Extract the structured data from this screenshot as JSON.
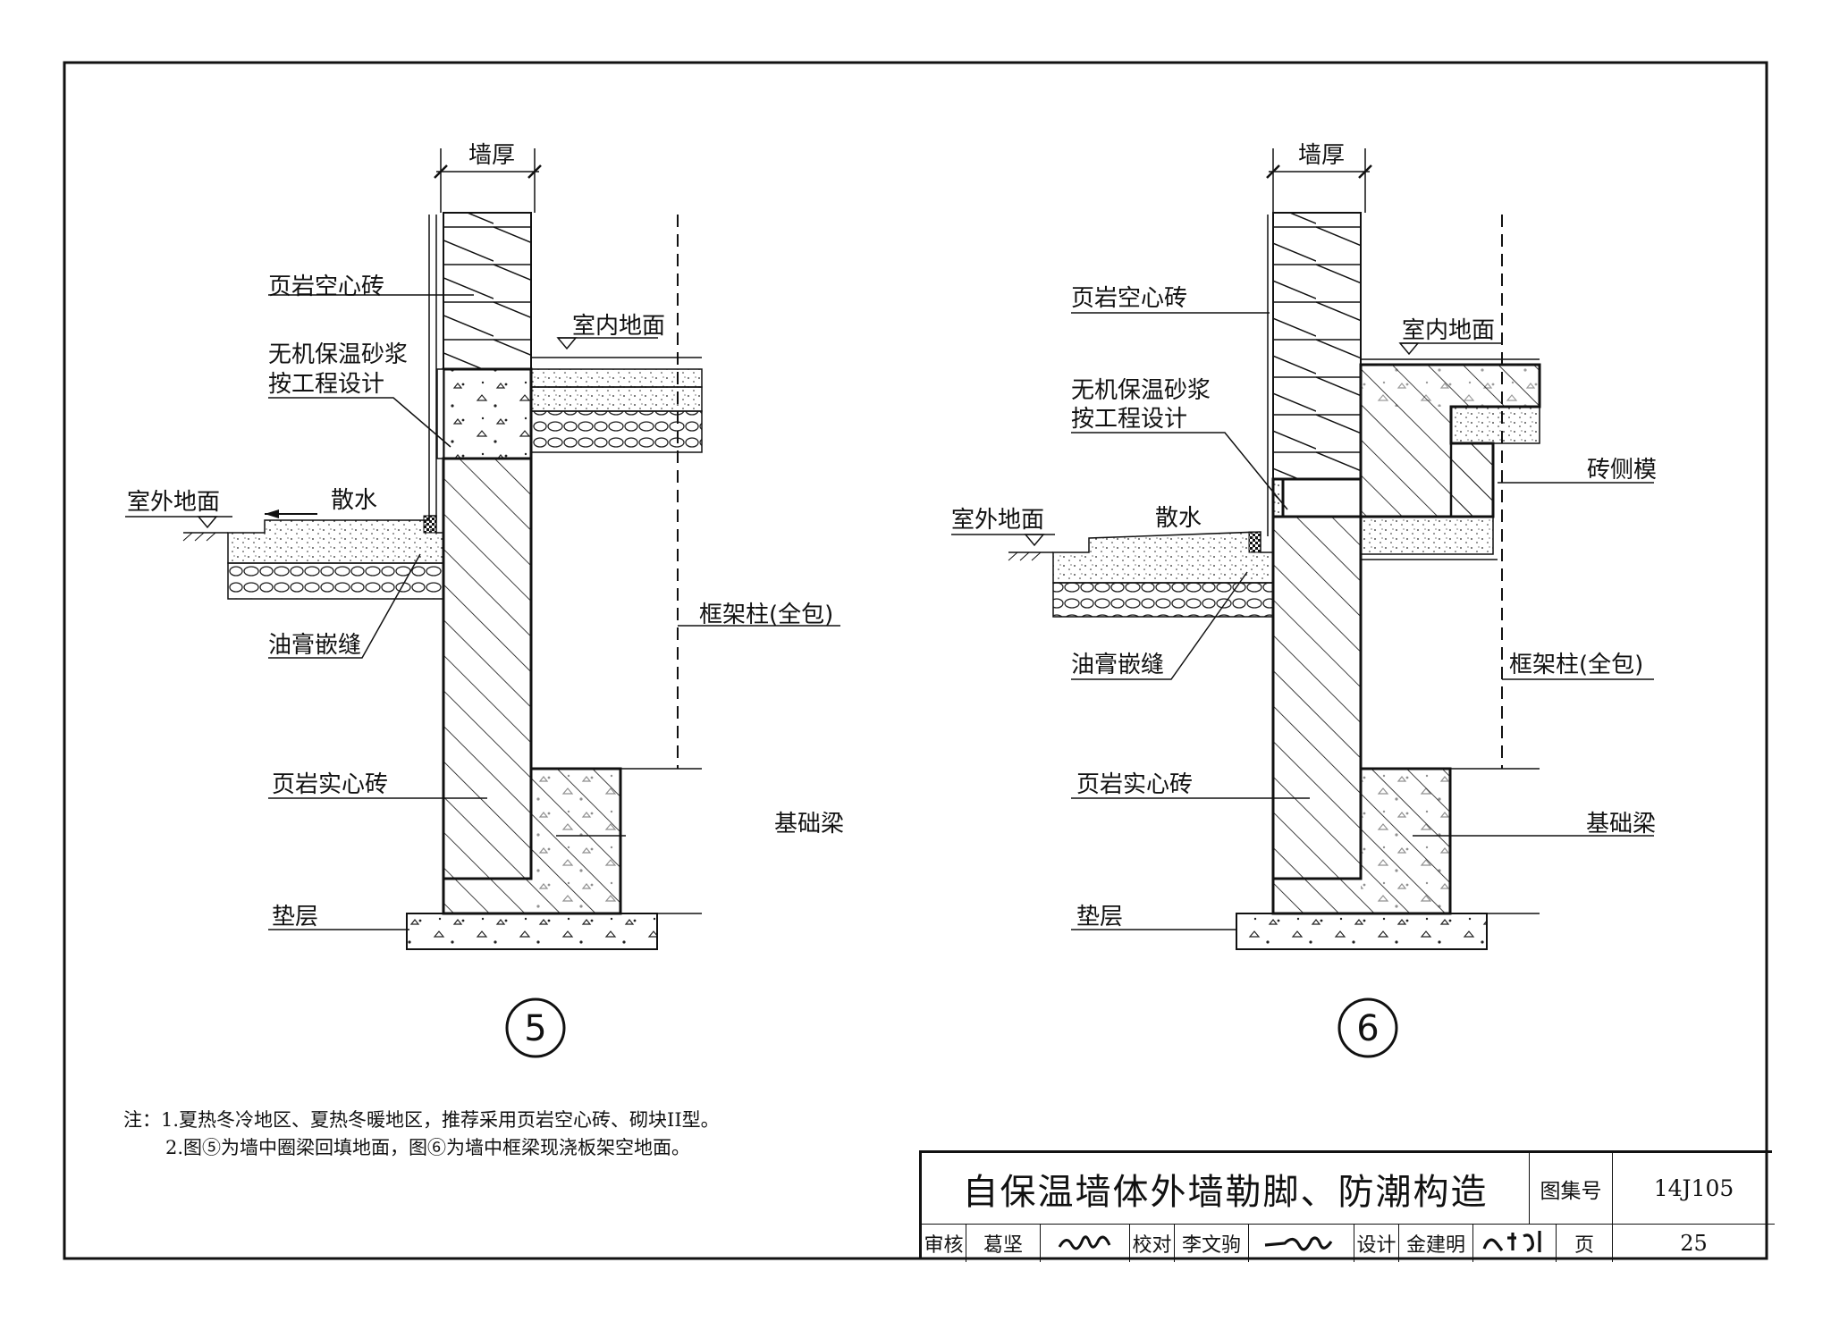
{
  "drawing": {
    "dim_wall_thickness": "墙厚",
    "detail5": {
      "number": "5",
      "labels": {
        "hollow_brick": "页岩空心砖",
        "insulation_mortar_1": "无机保温砂浆",
        "insulation_mortar_2": "按工程设计",
        "indoor_floor": "室内地面",
        "outdoor_ground": "室外地面",
        "apron": "散水",
        "asphalt_joint": "油膏嵌缝",
        "frame_column": "框架柱(全包)",
        "solid_brick": "页岩实心砖",
        "foundation_beam": "基础梁",
        "cushion": "垫层"
      }
    },
    "detail6": {
      "number": "6",
      "labels": {
        "hollow_brick": "页岩空心砖",
        "insulation_mortar_1": "无机保温砂浆",
        "insulation_mortar_2": "按工程设计",
        "indoor_floor": "室内地面",
        "brick_formwork": "砖侧模",
        "outdoor_ground": "室外地面",
        "apron": "散水",
        "asphalt_joint": "油膏嵌缝",
        "frame_column": "框架柱(全包)",
        "solid_brick": "页岩实心砖",
        "foundation_beam": "基础梁",
        "cushion": "垫层"
      }
    }
  },
  "notes": {
    "line1": "注：1.夏热冬冷地区、夏热冬暖地区，推荐采用页岩空心砖、砌块II型。",
    "line2": "2.图⑤为墙中圈梁回填地面，图⑥为墙中框梁现浇板架空地面。"
  },
  "title_block": {
    "title": "自保温墙体外墙勒脚、防潮构造",
    "atlas_label": "图集号",
    "atlas_no": "14J105",
    "review_label": "审核",
    "reviewer": "葛坚",
    "check_label": "校对",
    "checker": "李文驹",
    "design_label": "设计",
    "designer": "金建明",
    "page_label": "页",
    "page_no": "25"
  }
}
